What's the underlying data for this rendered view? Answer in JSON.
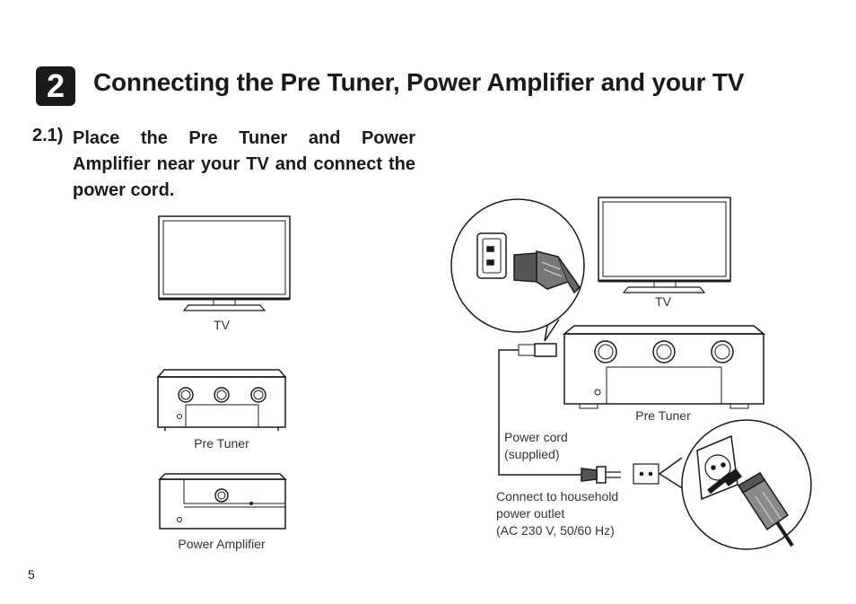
{
  "step": {
    "number": "2",
    "title": "Connecting the Pre Tuner, Power Amplifier and your TV"
  },
  "substep": {
    "number": "2.1)",
    "text": "Place the Pre Tuner and Power Amplifier near your TV and connect the power cord."
  },
  "left_figure": {
    "tv_label": "TV",
    "pre_tuner_label": "Pre Tuner",
    "power_amplifier_label": "Power Amplifier"
  },
  "right_figure": {
    "tv_label": "TV",
    "pre_tuner_label": "Pre Tuner",
    "power_cord_label": "Power cord\n(supplied)",
    "outlet_label": "Connect to household\npower outlet\n(AC 230 V, 50/60 Hz)"
  },
  "page_number": "5"
}
